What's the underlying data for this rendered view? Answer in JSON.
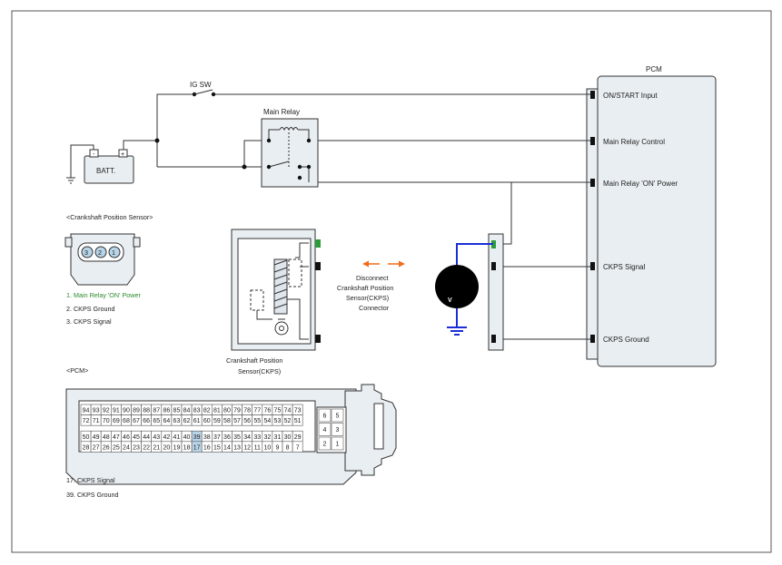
{
  "colors": {
    "wire": "#333333",
    "meter_lead": "#1a2fd6",
    "ground_lead": "#1a2fd6",
    "connector_fill": "#e9eef2",
    "pin_highlight": "#b8d4e8",
    "green_pin": "#2e9b3a",
    "arrow": "#f26a1b",
    "legend_green": "#2e8b2e"
  },
  "labels": {
    "pcm_title": "PCM",
    "ig_sw": "IG SW",
    "main_relay": "Main Relay",
    "battery": "BATT.",
    "batt_neg": "-",
    "batt_pos": "+",
    "voltmeter": "V"
  },
  "pcm_terminals": [
    "ON/START Input",
    "Main Relay Control",
    "Main Relay 'ON' Power",
    "CKPS Signal",
    "CKPS Ground"
  ],
  "ckps_section": {
    "title": "<Crankshaft Position Sensor>",
    "pins_face": [
      "3",
      "2",
      "1"
    ],
    "legend": [
      "1.   Main Relay 'ON' Power",
      "2. CKPS Ground",
      "3. CKPS Signal"
    ]
  },
  "sensor_caption": [
    "Crankshaft Position",
    "Sensor(CKPS)"
  ],
  "disconnect_note": [
    "Disconnect",
    "Crankshaft Position",
    "Sensor(CKPS)",
    "Connector"
  ],
  "pcm_section": {
    "title": "<PCM>",
    "rows": [
      [
        "94",
        "93",
        "92",
        "91",
        "90",
        "89",
        "88",
        "87",
        "86",
        "85",
        "84",
        "83",
        "82",
        "81",
        "80",
        "79",
        "78",
        "77",
        "76",
        "75",
        "74",
        "73"
      ],
      [
        "72",
        "71",
        "70",
        "69",
        "68",
        "67",
        "66",
        "65",
        "64",
        "63",
        "62",
        "61",
        "60",
        "59",
        "58",
        "57",
        "56",
        "55",
        "54",
        "53",
        "52",
        "51"
      ],
      [
        "50",
        "49",
        "48",
        "47",
        "46",
        "45",
        "44",
        "43",
        "42",
        "41",
        "40",
        "39",
        "38",
        "37",
        "36",
        "35",
        "34",
        "33",
        "32",
        "31",
        "30",
        "29"
      ],
      [
        "28",
        "27",
        "26",
        "25",
        "24",
        "23",
        "22",
        "21",
        "20",
        "19",
        "18",
        "17",
        "16",
        "15",
        "14",
        "13",
        "12",
        "11",
        "10",
        "9",
        "8",
        "7"
      ]
    ],
    "highlighted": [
      "39",
      "17"
    ],
    "side_rows": [
      [
        "6",
        "5"
      ],
      [
        "4",
        "3"
      ],
      [
        "2",
        "1"
      ]
    ],
    "legend": [
      "17. CKPS Signal",
      "39. CKPS Ground"
    ]
  }
}
